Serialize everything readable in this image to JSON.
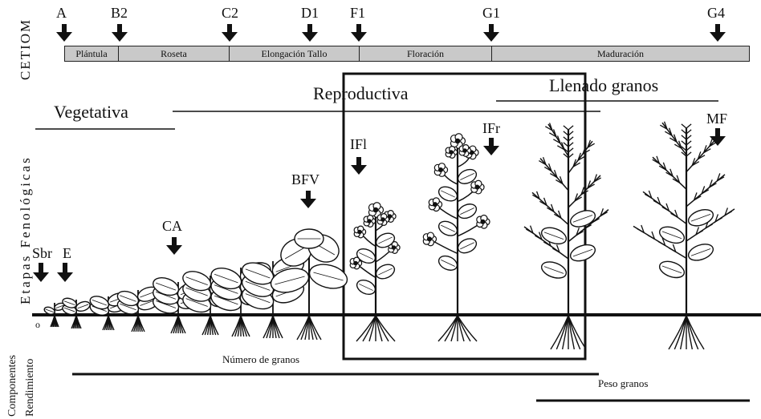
{
  "side_labels": {
    "cetiom": "CETIOM",
    "etapas_fenologicas": "Etapas  Fenológicas",
    "componentes": "Componentes",
    "rendimiento": "Rendimiento"
  },
  "cetiom_codes": [
    "A",
    "B2",
    "C2",
    "D1",
    "F1",
    "G1",
    "G4"
  ],
  "stages": [
    "Plántula",
    "Roseta",
    "Elongación Tallo",
    "Floración",
    "Maduración"
  ],
  "phases": {
    "vegetativa": "Vegetativa",
    "reproductiva": "Reproductiva",
    "llenado": "Llenado granos"
  },
  "phenology_codes": [
    "Sbr",
    "E",
    "CA",
    "BFV",
    "IFl",
    "IFr",
    "MF"
  ],
  "yield_components": {
    "numero_granos": "Número de granos",
    "peso_granos": "Peso granos"
  },
  "colors": {
    "ink": "#111111",
    "stage_fill": "#c9c9c9",
    "background": "#ffffff"
  },
  "icons": [
    "down-arrow-icon",
    "plant-icon"
  ]
}
